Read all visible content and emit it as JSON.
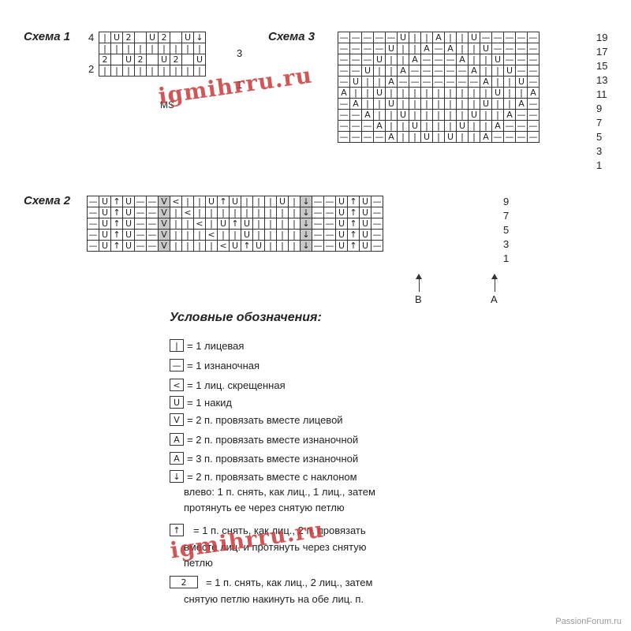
{
  "scheme1": {
    "title": "Схема 1",
    "rows": [
      [
        "|",
        "U",
        "2",
        "",
        "U",
        "2",
        "",
        "U",
        "↓"
      ],
      [
        "|",
        "|",
        "|",
        "|",
        "|",
        "|",
        "|",
        "|",
        "|"
      ],
      [
        "2",
        "",
        "U",
        "2",
        "",
        "U",
        "2",
        "",
        "U"
      ],
      [
        "|",
        "|",
        "|",
        "|",
        "|",
        "|",
        "|",
        "|",
        "|"
      ]
    ],
    "row_numbers": [
      "4",
      "3",
      "2",
      "1"
    ],
    "ms_label": "MS"
  },
  "scheme3": {
    "title": "Схема 3",
    "rows": [
      [
        "—",
        "—",
        "—",
        "—",
        "—",
        "U",
        "|",
        "|",
        "A",
        "|",
        "|",
        "U",
        "—",
        "—",
        "—",
        "—",
        "—"
      ],
      [
        "—",
        "—",
        "—",
        "—",
        "U",
        "|",
        "|",
        "A",
        "—",
        "A",
        "|",
        "|",
        "U",
        "—",
        "—",
        "—",
        "—"
      ],
      [
        "—",
        "—",
        "—",
        "U",
        "|",
        "|",
        "A",
        "—",
        "—",
        "—",
        "A",
        "|",
        "|",
        "U",
        "—",
        "—",
        "—"
      ],
      [
        "—",
        "—",
        "U",
        "|",
        "|",
        "A",
        "—",
        "—",
        "—",
        "—",
        "—",
        "A",
        "|",
        "|",
        "U",
        "—",
        "—"
      ],
      [
        "—",
        "U",
        "|",
        "|",
        "A",
        "—",
        "—",
        "—",
        "—",
        "—",
        "—",
        "—",
        "A",
        "|",
        "|",
        "U",
        "—"
      ],
      [
        "A",
        "|",
        "|",
        "U",
        "|",
        "|",
        "|",
        "|",
        "|",
        "|",
        "|",
        "|",
        "|",
        "U",
        "|",
        "|",
        "A"
      ],
      [
        "—",
        "A",
        "|",
        "|",
        "U",
        "|",
        "|",
        "|",
        "|",
        "|",
        "|",
        "|",
        "U",
        "|",
        "|",
        "A",
        "—"
      ],
      [
        "—",
        "—",
        "A",
        "|",
        "|",
        "U",
        "|",
        "|",
        "|",
        "|",
        "|",
        "U",
        "|",
        "|",
        "A",
        "—",
        "—"
      ],
      [
        "—",
        "—",
        "—",
        "A",
        "|",
        "|",
        "U",
        "|",
        "|",
        "|",
        "U",
        "|",
        "|",
        "A",
        "—",
        "—",
        "—"
      ],
      [
        "—",
        "—",
        "—",
        "—",
        "A",
        "|",
        "|",
        "U",
        "|",
        "U",
        "|",
        "|",
        "A",
        "—",
        "—",
        "—",
        "—"
      ]
    ],
    "row_numbers": [
      "19",
      "17",
      "15",
      "13",
      "11",
      "9",
      "7",
      "5",
      "3",
      "1"
    ]
  },
  "scheme2": {
    "title": "Схема 2",
    "rows": [
      [
        "—",
        "U",
        "↑",
        "U",
        "—",
        "—",
        "V",
        "<",
        "|",
        "|",
        "U",
        "↑",
        "U",
        "|",
        "|",
        "|",
        "U",
        "|",
        "↓",
        "—",
        "—",
        "U",
        "↑",
        "U",
        "—"
      ],
      [
        "—",
        "U",
        "↑",
        "U",
        "—",
        "—",
        "V",
        "|",
        "<",
        "|",
        "|",
        "|",
        "|",
        "|",
        "|",
        "|",
        "|",
        "|",
        "↓",
        "—",
        "—",
        "U",
        "↑",
        "U",
        "—"
      ],
      [
        "—",
        "U",
        "↑",
        "U",
        "—",
        "—",
        "V",
        "|",
        "|",
        "<",
        "|",
        "U",
        "↑",
        "U",
        "|",
        "|",
        "|",
        "|",
        "↓",
        "—",
        "—",
        "U",
        "↑",
        "U",
        "—"
      ],
      [
        "—",
        "U",
        "↑",
        "U",
        "—",
        "—",
        "V",
        "|",
        "|",
        "|",
        "<",
        "|",
        "|",
        "U",
        "|",
        "|",
        "|",
        "|",
        "↓",
        "—",
        "—",
        "U",
        "↑",
        "U",
        "—"
      ],
      [
        "—",
        "U",
        "↑",
        "U",
        "—",
        "—",
        "V",
        "|",
        "|",
        "|",
        "|",
        "<",
        "U",
        "↑",
        "U",
        "|",
        "|",
        "|",
        "↓",
        "—",
        "—",
        "U",
        "↑",
        "U",
        "—"
      ]
    ],
    "row_numbers": [
      "9",
      "7",
      "5",
      "3",
      "1"
    ],
    "label_b": "B",
    "label_a": "A"
  },
  "legend": {
    "title": "Условные обозначения:",
    "items": [
      {
        "sym": "|",
        "text": "= 1 лицевая",
        "icon": "knit-icon"
      },
      {
        "sym": "—",
        "text": "= 1 изнаночная",
        "icon": "purl-icon"
      },
      {
        "sym": "<",
        "text": "= 1 лиц. скрещенная",
        "icon": "crossed-knit-icon"
      },
      {
        "sym": "U",
        "text": "= 1 накид",
        "icon": "yarn-over-icon"
      },
      {
        "sym": "V",
        "text": "= 2 п. провязать вместе лицевой",
        "icon": "k2tog-icon"
      },
      {
        "sym": "A",
        "text": "= 2 п. провязать вместе изнаночной",
        "icon": "p2tog-icon"
      },
      {
        "sym": "A",
        "text": "= 3 п. провязать вместе изнаночной",
        "icon": "p3tog-icon"
      },
      {
        "sym": "↓",
        "text": "= 2 п. провязать вместе с наклоном",
        "icon": "ssk-icon"
      }
    ],
    "item8_cont1": "влево: 1 п. снять, как лиц., 1 лиц., затем",
    "item8_cont2": "протянуть ее через снятую петлю",
    "item9_sym": "↑",
    "item9_text": "= 1 п. снять, как лиц., 2 п. провязать",
    "item9_cont1": "вместе лиц. и протянуть через снятую",
    "item9_cont2": "петлю",
    "item10_sym": "2",
    "item10_text": "= 1 п. снять, как лиц., 2 лиц., затем",
    "item10_cont1": "снятую петлю накинуть на обе лиц. п."
  },
  "watermark": "igmihrru.ru",
  "footer": "PassionForum.ru"
}
